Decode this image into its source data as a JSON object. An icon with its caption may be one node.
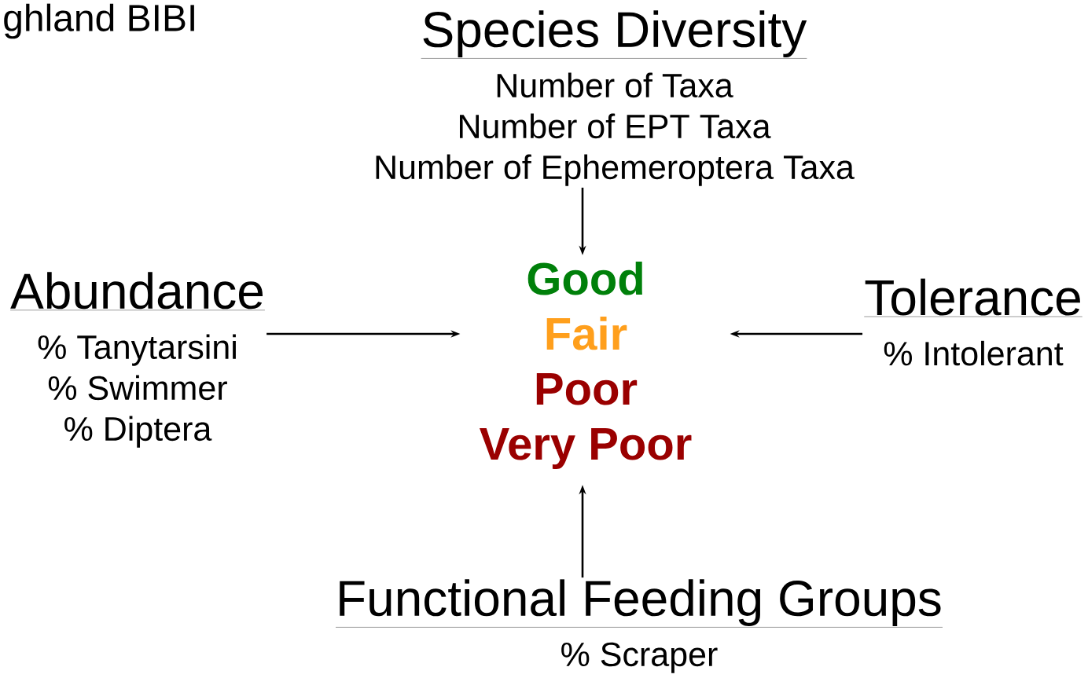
{
  "diagram": {
    "title": "ghland BIBI",
    "nodes": [
      {
        "text": [
          "Species Diversity",
          "Number of Taxa",
          "Number of EPT Taxa",
          "Number of Ephemeroptera Taxa"
        ]
      },
      {
        "text": [
          "Abundance",
          "% Tanytarsini",
          "% Swimmer",
          "% Diptera"
        ]
      },
      {
        "text": [
          "Good",
          "Fair",
          "Poor",
          "Very Poor"
        ]
      },
      {
        "text": [
          "Tolerance",
          "% Intolerant"
        ]
      },
      {
        "text": [
          "Functional Feeding Groups",
          "% Scraper"
        ]
      }
    ],
    "edges": [
      {
        "from": 0,
        "to": 2,
        "arrow": "to"
      },
      {
        "from": 1,
        "to": 2,
        "arrow": "to"
      },
      {
        "from": 3,
        "to": 2,
        "arrow": "to"
      },
      {
        "from": 4,
        "to": 2,
        "arrow": "to"
      }
    ]
  }
}
